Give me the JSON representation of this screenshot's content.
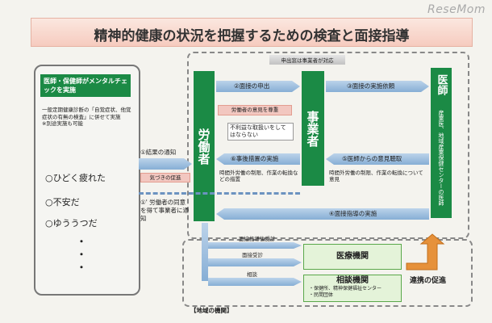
{
  "brand": "ReseMom",
  "title": "精神的健康の状況を把握するための検査と面接指導",
  "left_panel": {
    "header": "医師・保健師がメンタルチェックを実施",
    "note": "一般定期健康診断の「自覚症状、他覚症状の有無の検査」に併せて実施\n※別途実施も可能",
    "items": [
      "○ひどく疲れた",
      "○不安だ",
      "○ゆううつだ"
    ],
    "dots": [
      "・",
      "・",
      "・"
    ]
  },
  "top_note": "申出窓は事業者が対応",
  "worker": "労働者",
  "employer": "事業者",
  "doctor": {
    "main": "医師",
    "sub": "産業医、地域産業保健センターの医師"
  },
  "steps": {
    "s1": "①結果の通知",
    "s1b": "①' 労働者の同意を得て事業者に通知",
    "s2": "②面接の申出",
    "s3": "③面接の実施依頼",
    "s4": "④面接指導の実施",
    "s5": "⑤医師からの意見聴取",
    "s6": "⑥事後措置の実施"
  },
  "notes": {
    "respect": "労働者の意見を尊重",
    "no_disadvantage": "不利益な取扱いをしてはならない",
    "measures": "時間外労働の制限、作業の転換などの措置",
    "opinions": "時間外労働の制限、作業の転換について意見",
    "encourage": "気づきの促進"
  },
  "bottom": {
    "guidance": "面接指導後受診",
    "visit": "面接受診",
    "consult": "相談",
    "medical": "医療機関",
    "consult_org": "相談機関",
    "consult_items": "・保健所、精神保健福祉センター\n・民間団体",
    "cooperation": "連携の促進",
    "region": "【地域の機関】"
  }
}
